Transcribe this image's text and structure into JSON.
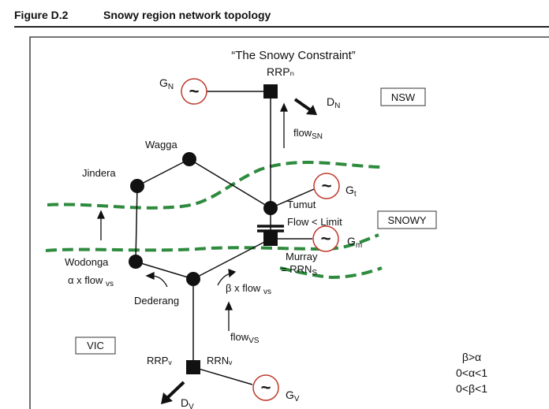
{
  "header": {
    "figure_number": "Figure D.2",
    "figure_title": "Snowy region network topology"
  },
  "diagram": {
    "caption": "“The Snowy Constraint”",
    "regions": {
      "nsw": "NSW",
      "snowy": "SNOWY",
      "vic": "VIC"
    },
    "nodes": {
      "rrp_n": "RRPₙ",
      "wagga": "Wagga",
      "jindera": "Jindera",
      "tumut": "Tumut",
      "wodonga": "Wodonga",
      "murray": "Murray",
      "rrn_s": "= RRNS",
      "dederang": "Dederang",
      "rrp_v": "RRPᵥ",
      "rrn_v": "RRNᵥ"
    },
    "generators": {
      "g_n": "GN",
      "g_t": "Gt",
      "g_m": "Gm",
      "g_v": "GV",
      "symbol": "~"
    },
    "demands": {
      "d_n": "DN",
      "d_v": "DV"
    },
    "flows": {
      "flow_sn": "flowSN",
      "flow_limit": "Flow < Limit",
      "alpha_flow": "α x flow vs",
      "beta_flow": "β x flow vs",
      "flow_vs": "flowVS"
    },
    "constraints": [
      "β>α",
      "0<α<1",
      "0<β<1"
    ],
    "colors": {
      "boundary": "#2e8b3e",
      "generator_ring": "#c0392b",
      "line": "#111111"
    }
  }
}
